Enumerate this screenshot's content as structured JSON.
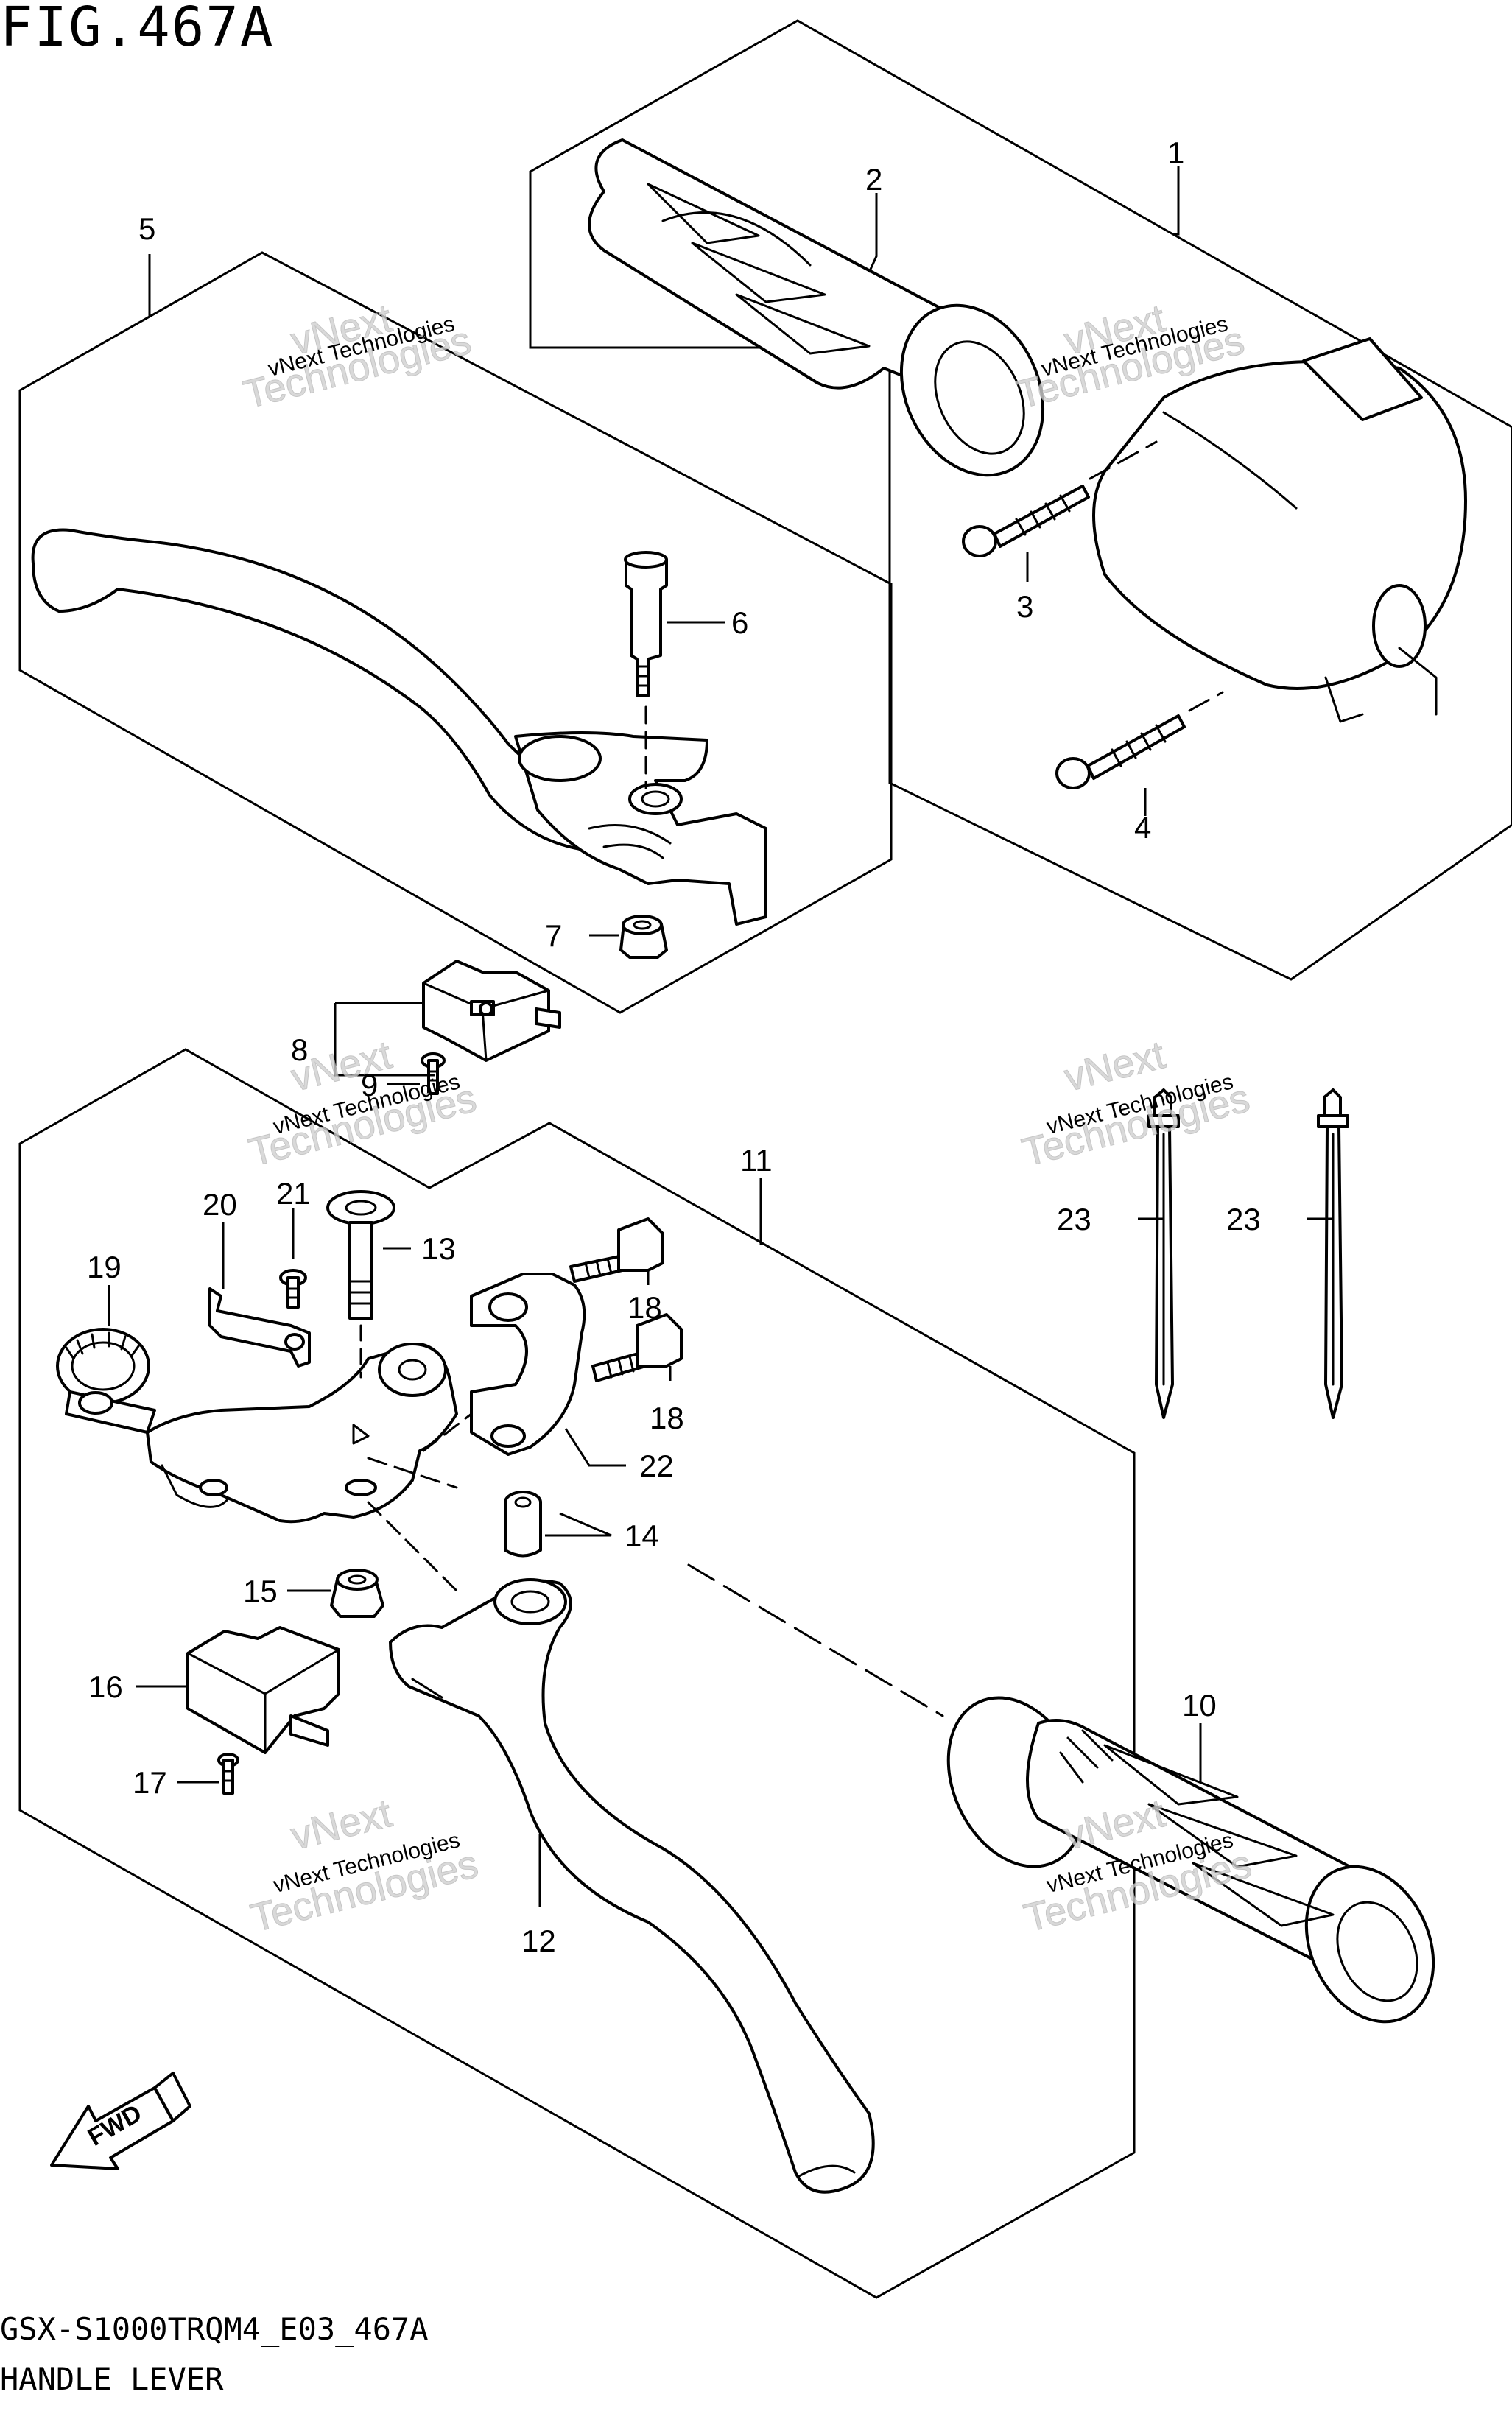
{
  "figure": {
    "title": "FIG.467A",
    "code": "GSX-S1000TRQM4_E03_467A",
    "name": "HANDLE LEVER"
  },
  "watermark": {
    "line1": "vNext Technologies",
    "line2": "vNext",
    "line3": "Technologies"
  },
  "callouts": {
    "c1": "1",
    "c2": "2",
    "c3": "3",
    "c4": "4",
    "c5": "5",
    "c6": "6",
    "c7": "7",
    "c8": "8",
    "c9": "9",
    "c10": "10",
    "c11": "11",
    "c12": "12",
    "c13": "13",
    "c14": "14",
    "c15": "15",
    "c16": "16",
    "c17": "17",
    "c18a": "18",
    "c18b": "18",
    "c19": "19",
    "c20": "20",
    "c21": "21",
    "c22": "22",
    "c23a": "23",
    "c23b": "23"
  },
  "fwd_badge": "FWD"
}
